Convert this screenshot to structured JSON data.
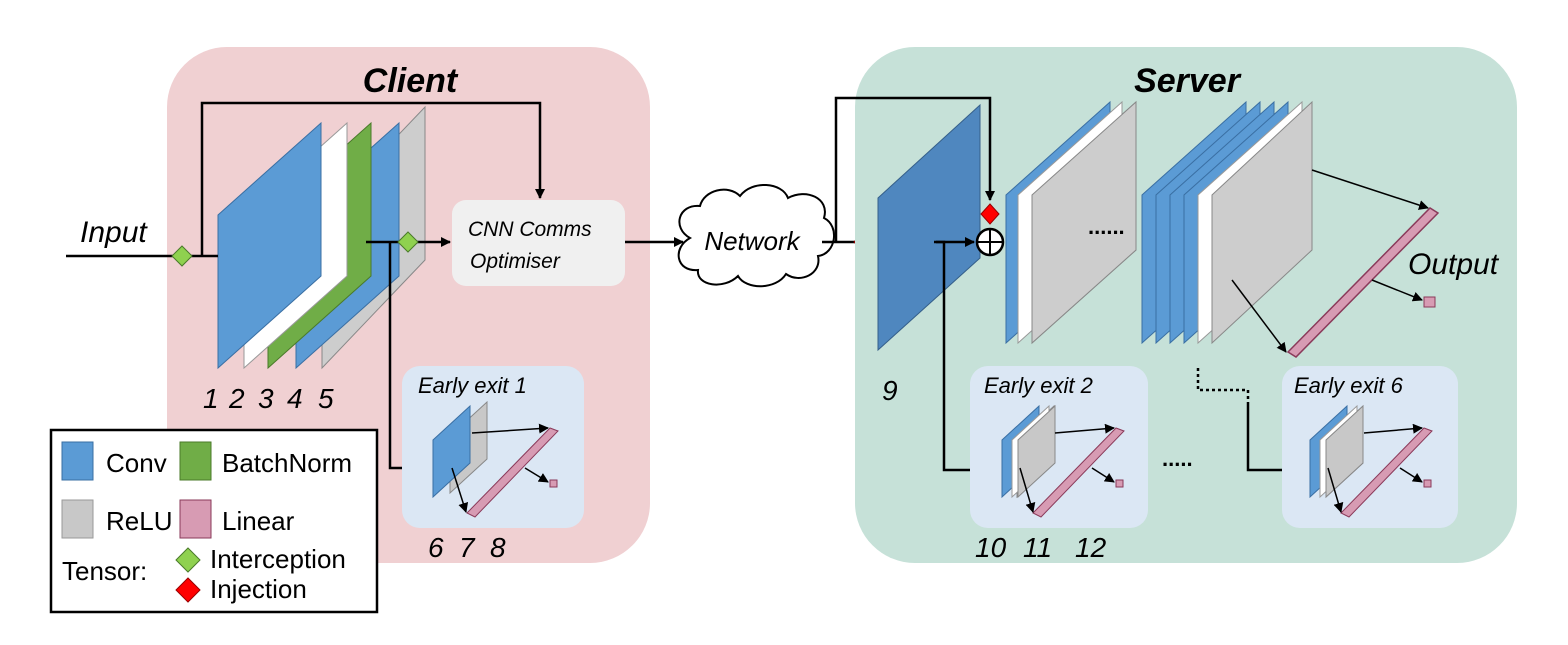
{
  "client": {
    "title": "Client"
  },
  "server": {
    "title": "Server"
  },
  "input_label": "Input",
  "output_label": "Output",
  "optimiser": {
    "line1": "CNN Comms",
    "line2": "Optimiser"
  },
  "network_label": "Network",
  "layer_numbers": {
    "l1": "1",
    "l2": "2",
    "l3": "3",
    "l4": "4",
    "l5": "5",
    "l6": "6",
    "l7": "7",
    "l8": "8",
    "l9": "9",
    "l10": "10",
    "l11": "11",
    "l12": "12"
  },
  "early_exits": {
    "e1": "Early exit 1",
    "e2": "Early exit 2",
    "e6": "Early exit 6"
  },
  "ellipsis": "......",
  "legend": {
    "conv": "Conv",
    "batchnorm": "BatchNorm",
    "relu": "ReLU",
    "linear": "Linear",
    "tensor": "Tensor:",
    "interception": "Interception",
    "injection": "Injection"
  },
  "colors": {
    "client_bg": "#f0d0d2",
    "server_bg": "#c6e1d8",
    "exit_bg": "#dbe7f4",
    "conv": "#5b9bd5",
    "batchnorm": "#70ad47",
    "relu": "#c8c8c8",
    "linear": "#d79bb3",
    "interception": "#8fd14f",
    "injection": "#ff0000"
  }
}
